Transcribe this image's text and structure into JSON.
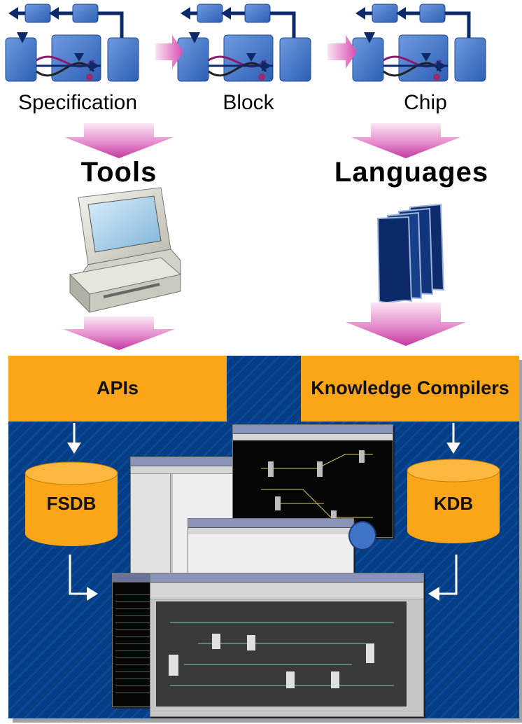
{
  "stages": [
    "Specification",
    "Block",
    "Chip"
  ],
  "categories": {
    "left": "Tools",
    "right": "Languages"
  },
  "boxes": {
    "apis": "APIs",
    "compilers": "Knowledge Compilers"
  },
  "databases": {
    "left": "FSDB",
    "right": "KDB"
  },
  "colors": {
    "accent_orange": "#fba619",
    "panel_blue": "#063e86",
    "arrow_magenta": "#d64bb0",
    "block_blue": "#3f74c8",
    "page_navy": "#0c2a6a"
  },
  "icons": [
    "computer-icon",
    "document-stack-icon",
    "database-icon",
    "flow-block-icon"
  ]
}
